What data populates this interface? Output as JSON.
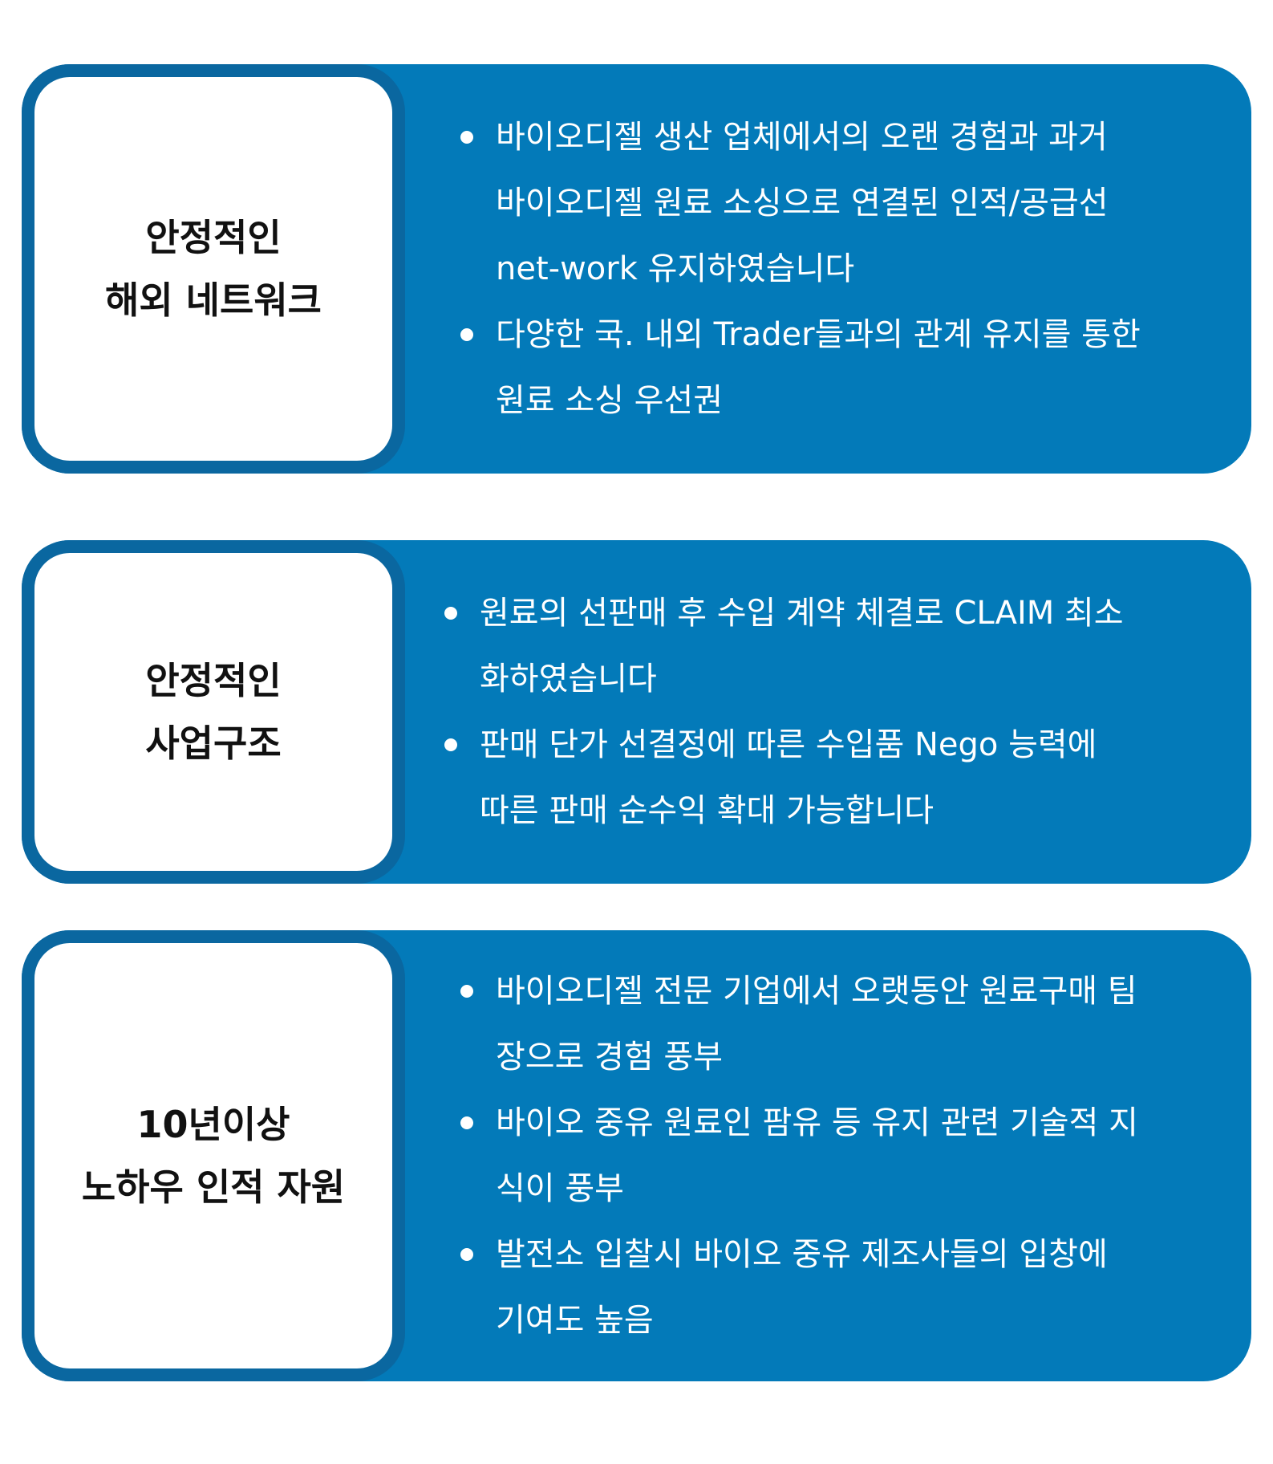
{
  "cards": [
    {
      "label_lines": [
        "안정적인",
        "해외 네트워크"
      ],
      "bullets": [
        {
          "lines": [
            "바이오디젤 생산 업체에서의 오랜 경험과 과거",
            "바이오디젤 원료 소싱으로 연결된 인적/공급선",
            "net-work 유지하였습니다"
          ]
        },
        {
          "lines": [
            "다양한 국. 내외 Trader들과의 관계 유지를 통한",
            "원료 소싱 우선권"
          ]
        }
      ]
    },
    {
      "label_lines": [
        "안정적인",
        "사업구조"
      ],
      "bullets": [
        {
          "lines": [
            "원료의 선판매 후 수입 계약 체결로 CLAIM 최소",
            "화하였습니다"
          ]
        },
        {
          "lines": [
            "판매 단가 선결정에 따른 수입품 Nego 능력에",
            "따른 판매 순수익 확대 가능합니다"
          ]
        }
      ]
    },
    {
      "label_lines": [
        "10년이상",
        "노하우 인적 자원"
      ],
      "bullets": [
        {
          "lines": [
            "바이오디젤 전문 기업에서 오랫동안 원료구매 팀",
            "장으로 경험 풍부"
          ]
        },
        {
          "lines": [
            "바이오 중유 원료인 팜유 등 유지 관련 기술적 지",
            "식이 풍부"
          ]
        },
        {
          "lines": [
            "발전소 입찰시 바이오 중유 제조사들의 입창에",
            "기여도 높음"
          ]
        }
      ]
    }
  ]
}
